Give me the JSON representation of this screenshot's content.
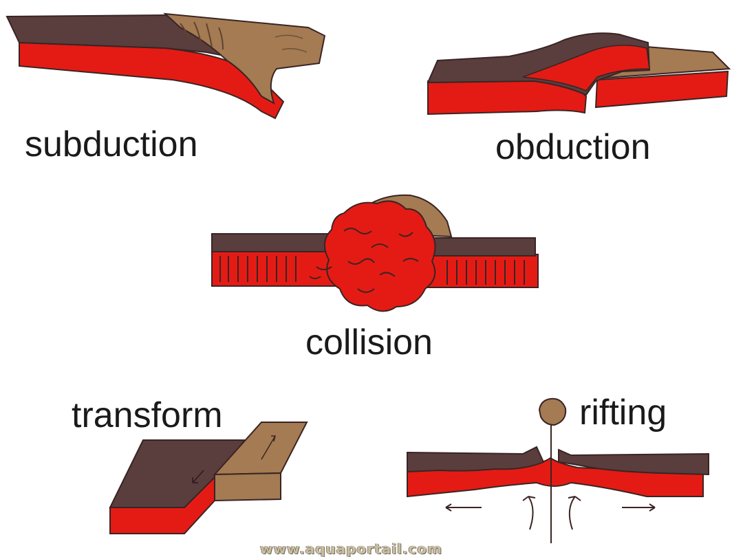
{
  "diagram": {
    "labels": {
      "subduction": "subduction",
      "obduction": "obduction",
      "collision": "collision",
      "transform": "transform",
      "rifting": "rifting"
    },
    "watermark": "www.aquaportail.com",
    "colors": {
      "oceanic_crust": "#5a3d3d",
      "continental_crust": "#a47b52",
      "mantle_lithosphere": "#e41b14",
      "outline": "#3a2424"
    }
  }
}
